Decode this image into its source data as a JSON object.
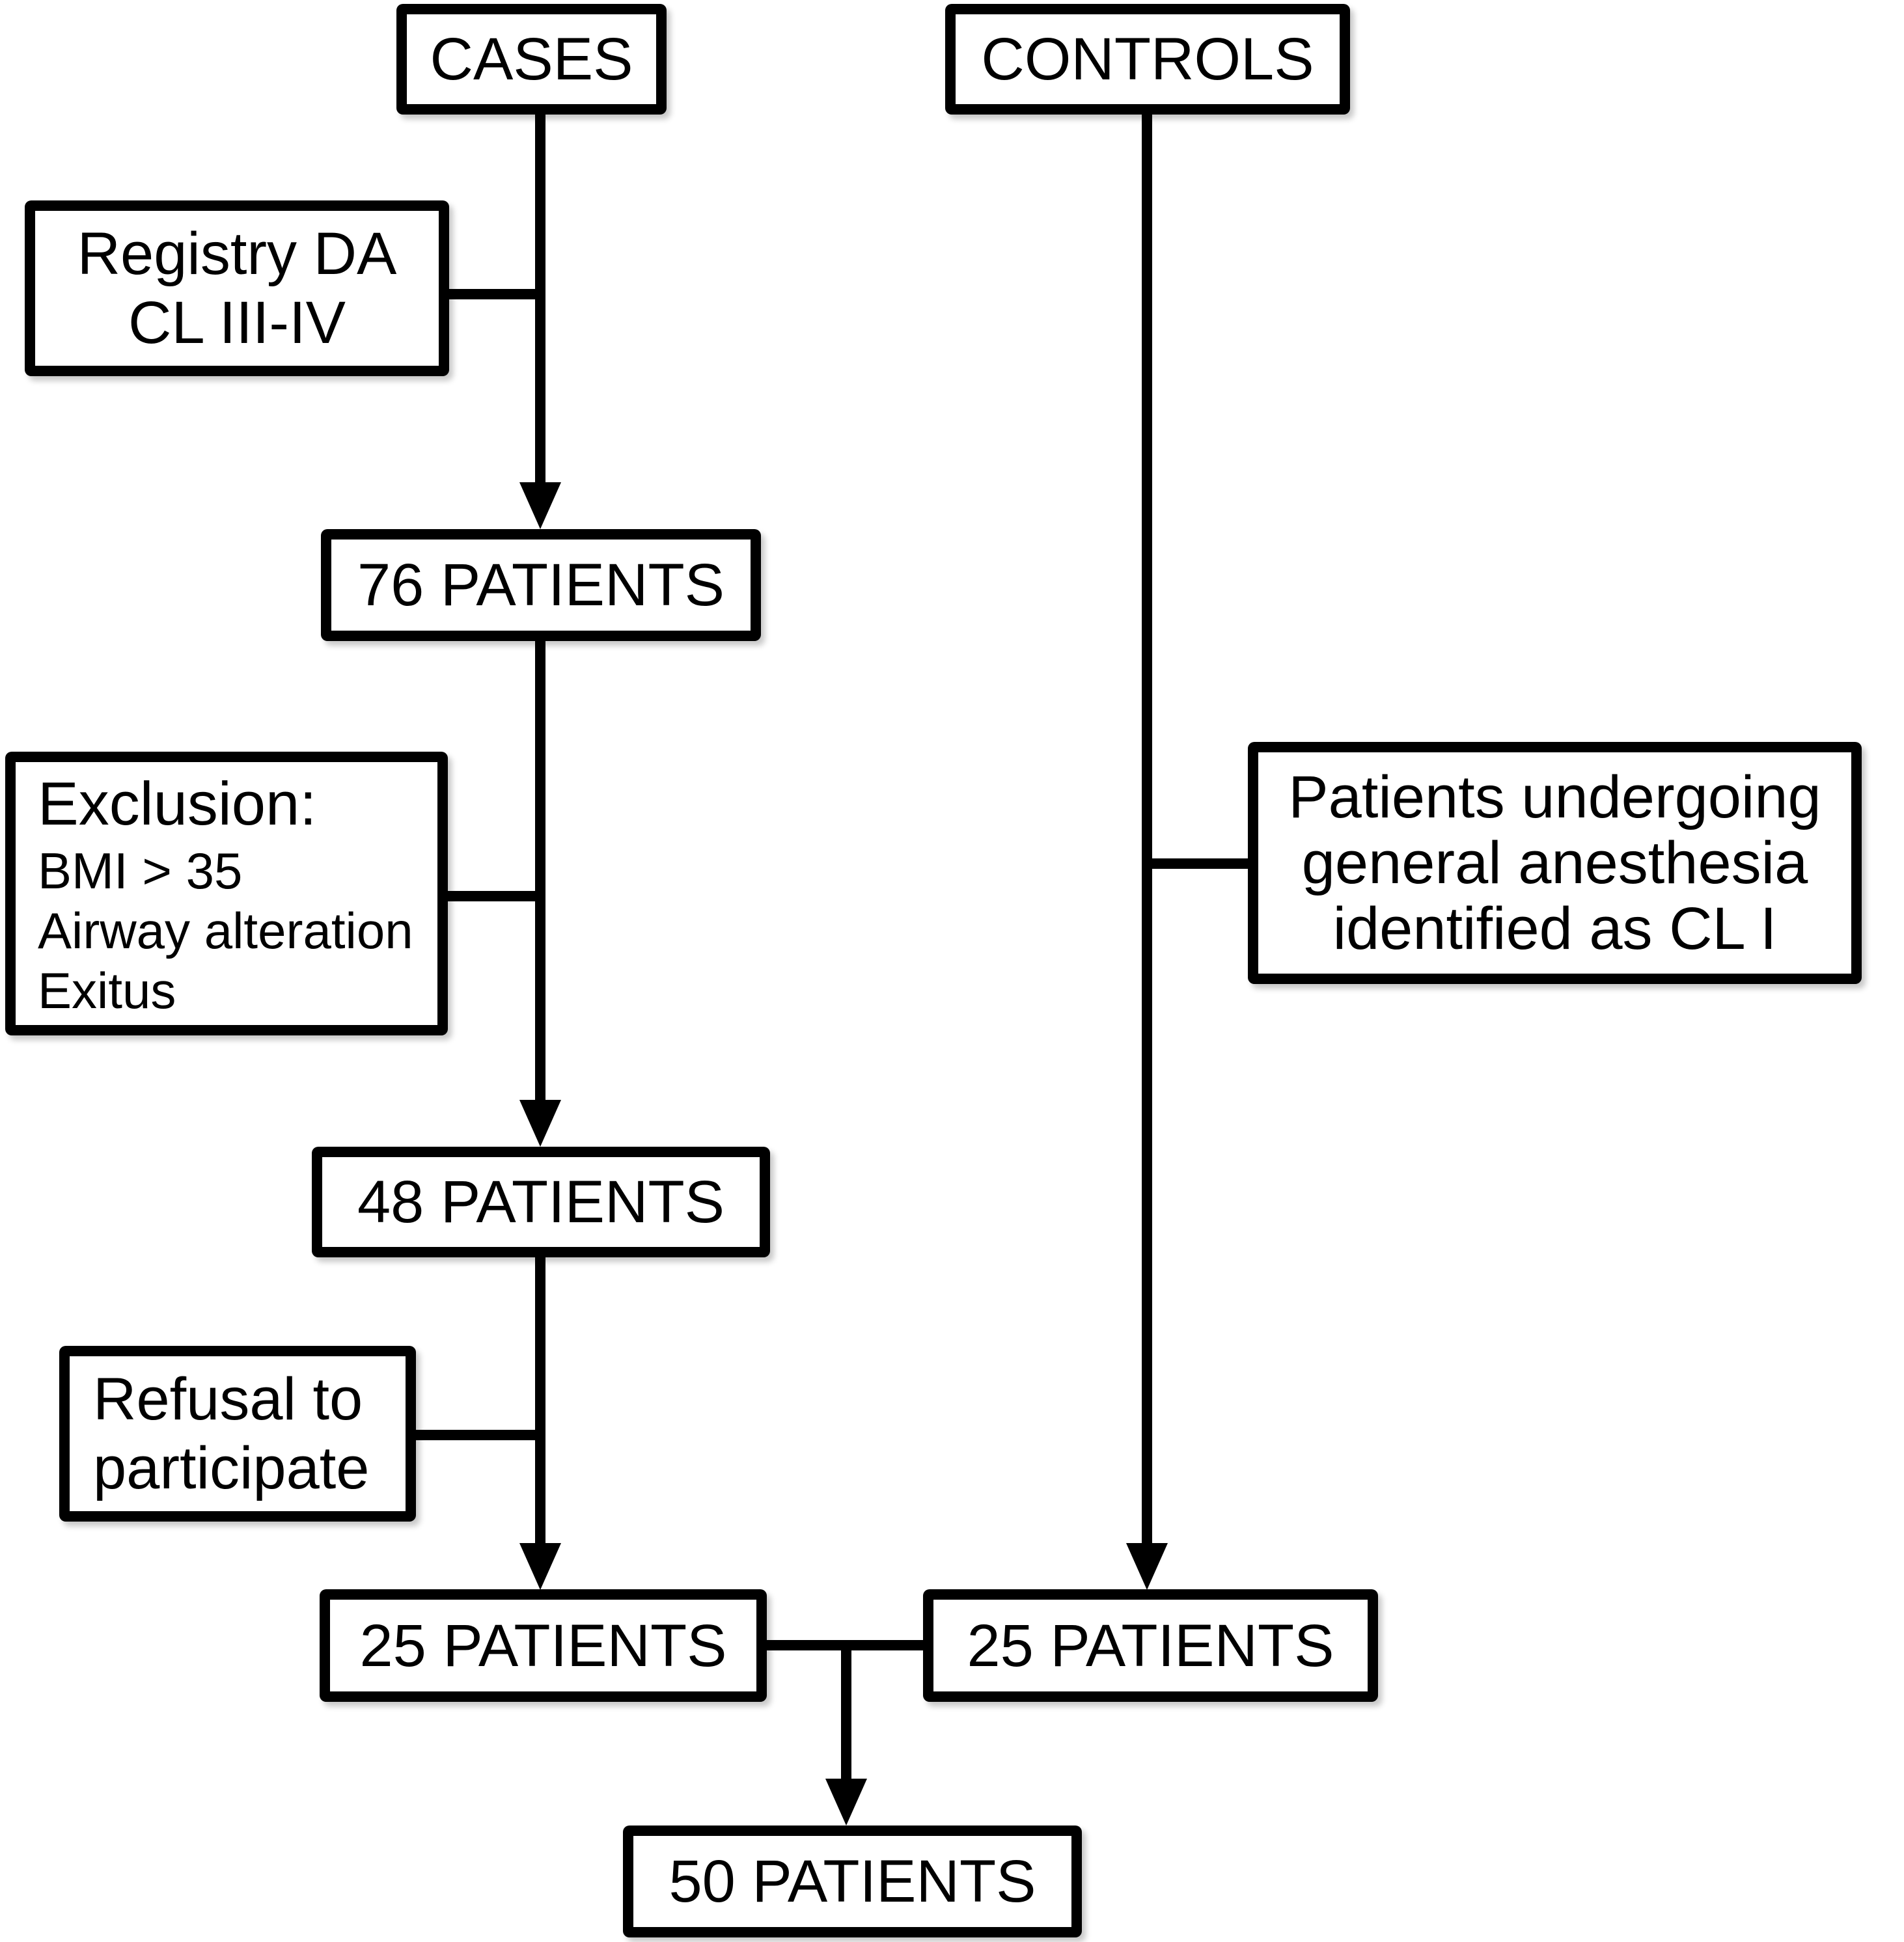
{
  "colors": {
    "ink": "#000000",
    "paper": "#ffffff"
  },
  "nodes": {
    "cases": {
      "label": "CASES"
    },
    "controls": {
      "label": "CONTROLS"
    },
    "registry": {
      "lines": [
        "Registry DA",
        "CL III-IV"
      ]
    },
    "patients76": {
      "label": "76 PATIENTS"
    },
    "exclusion": {
      "heading": "Exclusion:",
      "items": [
        "BMI > 35",
        "Airway alteration",
        "Exitus"
      ]
    },
    "patients48": {
      "label": "48 PATIENTS"
    },
    "refusal": {
      "lines": [
        "Refusal to",
        "participate"
      ]
    },
    "controls_criteria": {
      "lines": [
        "Patients undergoing",
        "general anesthesia",
        "identified as CL I"
      ]
    },
    "patients25_cases": {
      "label": "25 PATIENTS"
    },
    "patients25_controls": {
      "label": "25 PATIENTS"
    },
    "patients50": {
      "label": "50 PATIENTS"
    }
  }
}
